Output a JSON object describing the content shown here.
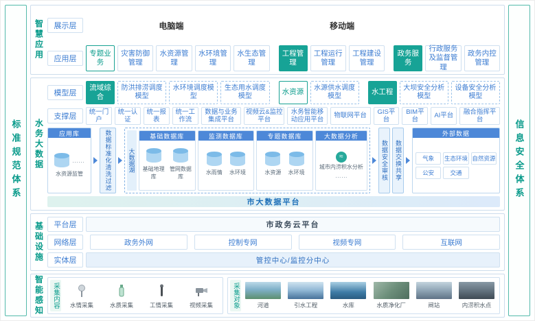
{
  "colors": {
    "teal": "#17a396",
    "blue": "#3d7dd2",
    "header_blue": "#4d88d8"
  },
  "left_bar": {
    "label": "标准规范体系"
  },
  "right_bar": {
    "label": "信息安全体系"
  },
  "smart_app": {
    "section_label": "智慧应用",
    "display": {
      "layer": "展示层",
      "pc": "电脑端",
      "mobile": "移动端"
    },
    "app": {
      "layer": "应用层",
      "g1_head": "专题业务",
      "g1_items": [
        "灾害防御管理",
        "水资源管理",
        "水环境管理",
        "水生态管理"
      ],
      "g2_head": "工程管理",
      "g2_items": [
        "工程运行管理",
        "工程建设管理"
      ],
      "g3_head": "政务服务",
      "g3_items": [
        "行政服务及监督管理",
        "政务内控管理"
      ]
    }
  },
  "big_data": {
    "section_label": "水务大数据",
    "model": {
      "layer": "模型层",
      "g1_head": "流域综合",
      "g1_items": [
        "防洪排涝调度模型",
        "水环境调度模型",
        "生态用水调度模型"
      ],
      "g2_head": "水资源",
      "g2_items": [
        "水源供水调度模型"
      ],
      "g3_head": "水工程",
      "g3_items": [
        "大坝安全分析模型",
        "设备安全分析模型"
      ]
    },
    "support": {
      "layer": "支撑层",
      "items": [
        "统一门户",
        "统一认证",
        "统一报表",
        "统一工作流",
        "数据与业务集成平台",
        "视频云&监控平台",
        "水务智能移动应用平台",
        "物联网平台",
        "GIS平台",
        "BIM平台",
        "AI平台",
        "融合指挥平台"
      ]
    },
    "flow": {
      "app_store": {
        "title": "应用库",
        "db_label": "水资源监管",
        "dots": "……"
      },
      "filter": "数据标准化清洗过滤",
      "lake_label": "大数据湖",
      "base_db": {
        "title": "基础数据库",
        "items": [
          "基础地理库",
          "管网数据库"
        ]
      },
      "monitor_db": {
        "title": "监测数据库",
        "items": [
          "水雨情",
          "水环境"
        ]
      },
      "subject_db": {
        "title": "专题数据库",
        "items": [
          "水资源",
          "水环境"
        ]
      },
      "analysis": {
        "title": "大数据分析",
        "item": "城市内涝积水分析",
        "dots": "……"
      },
      "audit": "数据安全审核",
      "exchange": "数据交换共享",
      "external": {
        "title": "外部数据",
        "items": [
          "气象",
          "生态环境",
          "自然资源",
          "公安",
          "交通"
        ]
      }
    },
    "platform_bar": "市大数据平台"
  },
  "infra": {
    "section_label": "基础设施",
    "platform": {
      "layer": "平台层",
      "item": "市政务云平台"
    },
    "network": {
      "layer": "网络层",
      "items": [
        "政务外网",
        "控制专网",
        "视频专网",
        "互联网"
      ]
    },
    "entity": {
      "layer": "实体层",
      "item": "管控中心/监控分中心"
    }
  },
  "perception": {
    "section_label": "智能感知",
    "content": {
      "label": "采集内容",
      "items": [
        "水情采集",
        "水质采集",
        "工情采集",
        "视频采集"
      ]
    },
    "objects": {
      "label": "采集对象",
      "items": [
        "河道",
        "引水工程",
        "水库",
        "水质净化厂",
        "闸站",
        "内涝积水点"
      ]
    }
  }
}
